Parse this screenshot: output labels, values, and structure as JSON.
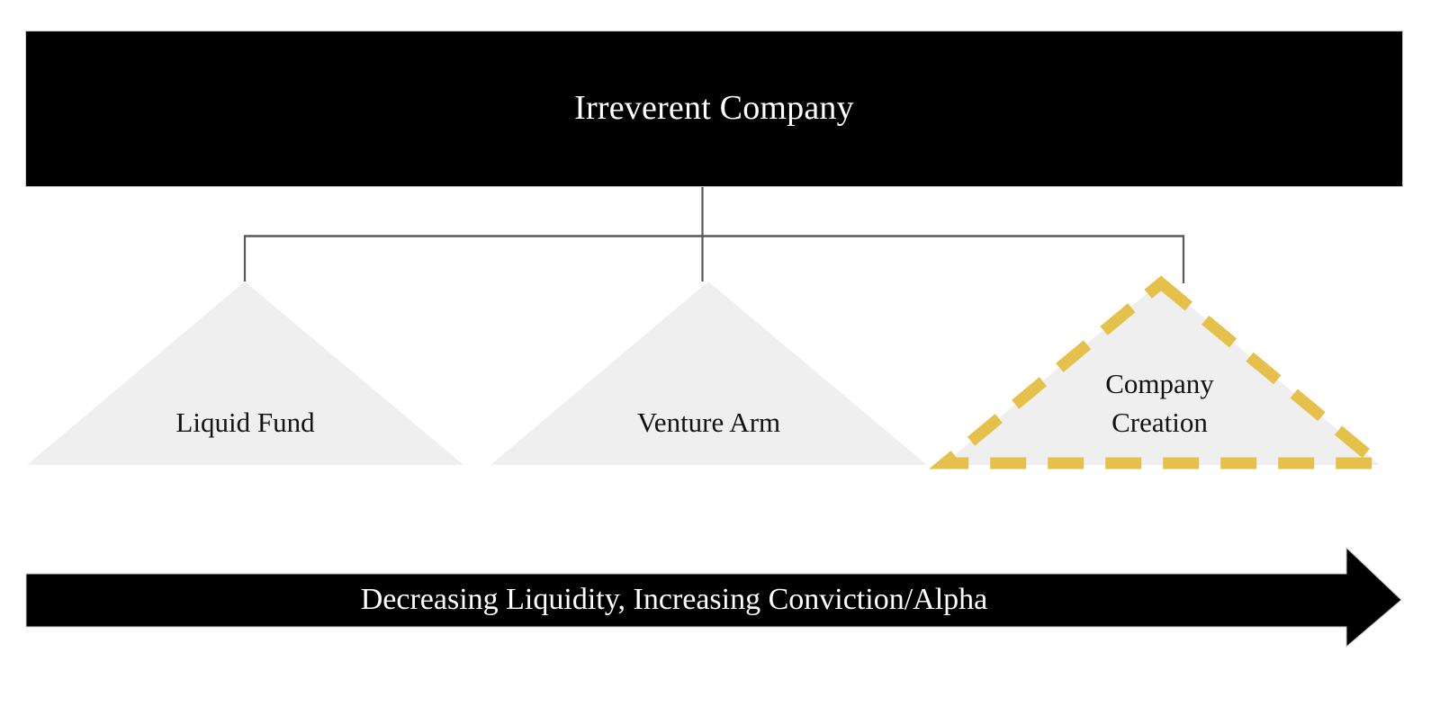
{
  "header": {
    "title": "Irreverent Company",
    "background_color": "#000000",
    "text_color": "#FFFFFF"
  },
  "branches": [
    {
      "label": "Liquid Fund",
      "shape": "triangle",
      "fill_color": "#EFEFEF",
      "border_style": "none",
      "highlighted": "false"
    },
    {
      "label": "Venture Arm",
      "shape": "triangle",
      "fill_color": "#EFEFEF",
      "border_style": "none",
      "highlighted": "false"
    },
    {
      "label": "Company\nCreation",
      "shape": "triangle",
      "fill_color": "#EFEFEF",
      "border_style": "dashed",
      "border_color": "#E5C14B",
      "highlighted": "true"
    }
  ],
  "connector": {
    "color": "#595959",
    "style": "elbow-tree"
  },
  "banner": {
    "text": "Decreasing Liquidity, Increasing Conviction/Alpha",
    "direction": "right",
    "background_color": "#000000",
    "text_color": "#FFFFFF"
  }
}
